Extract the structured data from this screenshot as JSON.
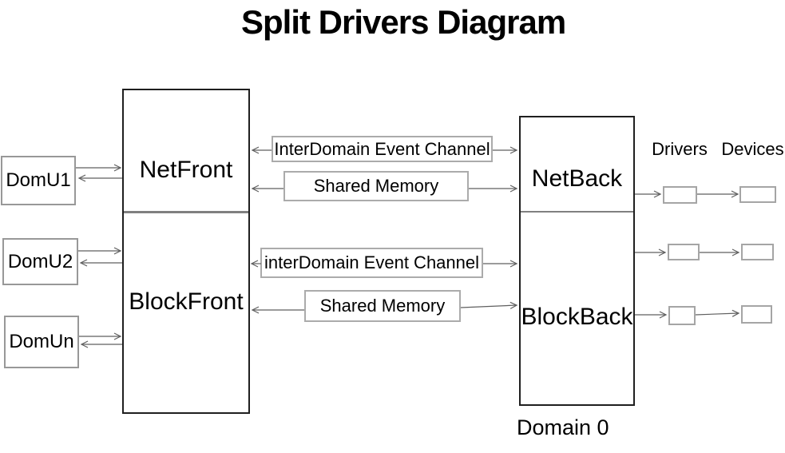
{
  "title": "Split Drivers Diagram",
  "guest_domains": [
    {
      "label": "DomU1"
    },
    {
      "label": "DomU2"
    },
    {
      "label": "DomUn"
    }
  ],
  "front_box": {
    "net_label": "NetFront",
    "block_label": "BlockFront"
  },
  "back_box": {
    "net_label": "NetBack",
    "block_label": "BlockBack"
  },
  "dom0_caption": "Domain 0",
  "net_channels": {
    "event_channel_label": "InterDomain Event Channel",
    "shared_memory_label": "Shared Memory"
  },
  "block_channels": {
    "event_channel_label": "interDomain Event Channel",
    "shared_memory_label": "Shared Memory"
  },
  "right_columns": {
    "drivers_label": "Drivers",
    "devices_label": "Devices"
  },
  "colors": {
    "background": "#ffffff",
    "text": "#000000",
    "big_box_border": "#1f1f1f",
    "grey_box_border": "#989898",
    "channel_box_border": "#ababab",
    "divider": "#808080",
    "arrow": "#5f5f5f"
  }
}
